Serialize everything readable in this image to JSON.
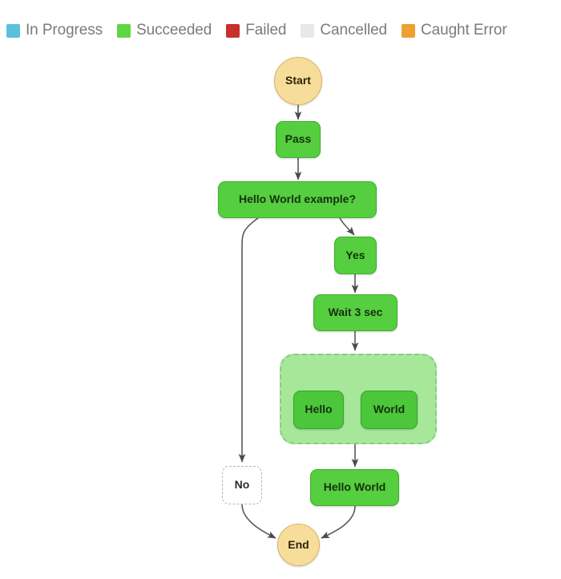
{
  "legend": {
    "items": [
      {
        "label": "In Progress",
        "color": "#5bc0de",
        "icon": "square-swatch-icon"
      },
      {
        "label": "Succeeded",
        "color": "#5cd741",
        "icon": "square-swatch-icon"
      },
      {
        "label": "Failed",
        "color": "#c9302c",
        "icon": "square-swatch-icon"
      },
      {
        "label": "Cancelled",
        "color": "#e8e8e8",
        "icon": "square-swatch-icon"
      },
      {
        "label": "Caught Error",
        "color": "#efa033",
        "icon": "square-swatch-icon"
      }
    ]
  },
  "graph": {
    "nodes": [
      {
        "id": "start",
        "label": "Start",
        "status": "Succeeded",
        "shape": "circle"
      },
      {
        "id": "pass",
        "label": "Pass",
        "status": "Succeeded",
        "shape": "rounded-rect"
      },
      {
        "id": "choice",
        "label": "Hello World example?",
        "status": "Succeeded",
        "shape": "rounded-rect"
      },
      {
        "id": "yes",
        "label": "Yes",
        "status": "Succeeded",
        "shape": "rounded-rect"
      },
      {
        "id": "wait",
        "label": "Wait 3 sec",
        "status": "Succeeded",
        "shape": "rounded-rect"
      },
      {
        "id": "parallel",
        "label": "",
        "status": "Succeeded",
        "shape": "group"
      },
      {
        "id": "hello",
        "label": "Hello",
        "status": "Succeeded",
        "shape": "rounded-rect"
      },
      {
        "id": "world",
        "label": "World",
        "status": "Succeeded",
        "shape": "rounded-rect"
      },
      {
        "id": "no",
        "label": "No",
        "status": "Cancelled",
        "shape": "rounded-rect"
      },
      {
        "id": "helloworld",
        "label": "Hello World",
        "status": "Succeeded",
        "shape": "rounded-rect"
      },
      {
        "id": "end",
        "label": "End",
        "status": "Succeeded",
        "shape": "circle"
      }
    ],
    "edges": [
      {
        "from": "start",
        "to": "pass"
      },
      {
        "from": "pass",
        "to": "choice"
      },
      {
        "from": "choice",
        "to": "no"
      },
      {
        "from": "choice",
        "to": "yes"
      },
      {
        "from": "yes",
        "to": "wait"
      },
      {
        "from": "wait",
        "to": "parallel"
      },
      {
        "from": "parallel",
        "to": "hello"
      },
      {
        "from": "parallel",
        "to": "world"
      },
      {
        "from": "parallel",
        "to": "helloworld"
      },
      {
        "from": "no",
        "to": "end"
      },
      {
        "from": "helloworld",
        "to": "end"
      }
    ]
  },
  "colors": {
    "succeeded_fill": "#55ce3f",
    "succeeded_stroke": "#3faf2d",
    "terminal_fill": "#f7dd9a",
    "terminal_stroke": "#d9b661",
    "group_fill": "#a6e79a",
    "group_stroke": "#8cc983",
    "skipped_fill": "#ffffff",
    "skipped_stroke": "#b9b9b9",
    "edge_stroke": "#59595e",
    "legend_text": "#7b7b7b",
    "canvas_bg": "#ffffff"
  }
}
